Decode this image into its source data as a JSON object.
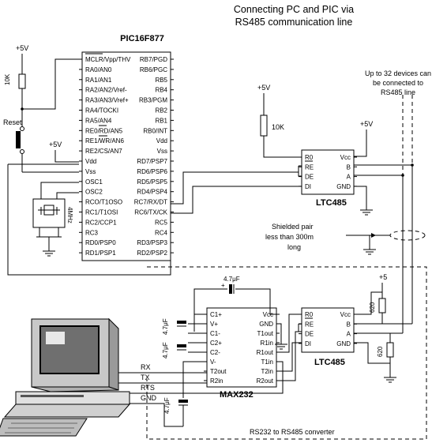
{
  "title": {
    "line1": "Connecting PC and PIC via",
    "line2": "RS485 communication line"
  },
  "pic": {
    "name": "PIC16F877",
    "left_pins": [
      "MCLR/Vpp/THV",
      "RA0/AN0",
      "RA1/AN1",
      "RA2/AN2/Vref-",
      "RA3/AN3/Vref+",
      "RA4/TOCKI",
      "RA5/AN4",
      "RE0/RD/AN5",
      "RE1/WR/AN6",
      "RE2/CS/AN7",
      "Vdd",
      "Vss",
      "OSC1",
      "OSC2",
      "RCO/T1OSO",
      "RC1/T1OSI",
      "RC2/CCP1",
      "RC3",
      "RD0/PSP0",
      "RD1/PSP1"
    ],
    "right_pins": [
      "RB7/PGD",
      "RB6/PGC",
      "RB5",
      "RB4",
      "RB3/PGM",
      "RB2",
      "RB1",
      "RB0/INT",
      "Vdd",
      "Vss",
      "RD7/PSP7",
      "RD6/PSP6",
      "RD5/PSP5",
      "RD4/PSP4",
      "RC7/RX/DT",
      "RC6/TX/CK",
      "RC5",
      "RC4",
      "RD3/PSP3",
      "RD2/PSP2"
    ]
  },
  "ltc485_top": {
    "name": "LTC485",
    "left_pins": [
      "R0",
      "RE",
      "DE",
      "DI"
    ],
    "right_pins": [
      "Vcc",
      "B",
      "A",
      "GND"
    ]
  },
  "ltc485_bottom": {
    "name": "LTC485",
    "left_pins": [
      "R0",
      "RE",
      "DE",
      "DI"
    ],
    "right_pins": [
      "Vcc",
      "B",
      "A",
      "GND"
    ]
  },
  "max232": {
    "name": "MAX232",
    "left_pins": [
      "C1+",
      "V+",
      "C1-",
      "C2+",
      "C2-",
      "V-",
      "T2out",
      "R2in"
    ],
    "right_pins": [
      "Vcc",
      "GND",
      "T1out",
      "R1in",
      "R1out",
      "T1in",
      "T2in",
      "R2out"
    ]
  },
  "labels": {
    "vcc_pic_reset": "+5V",
    "vcc_pic_vdd": "+5V",
    "vcc_pullup": "+5V",
    "vcc_ltc": "+5V",
    "vcc_bottom": "+5",
    "r_reset": "10K",
    "r_pullup": "10K",
    "reset": "Reset",
    "crystal": "4MHz",
    "devices_note_1": "Up to 32 devices can",
    "devices_note_2": "be connected to",
    "devices_note_3": "RS485 line",
    "shielded_1": "Shielded pair",
    "shielded_2": "less than 300m",
    "shielded_3": "long",
    "cap_top": "4.7μF",
    "cap_left1": "4.7μF",
    "cap_left2": "4.7μF",
    "cap_bottom": "4.7μF",
    "r620_1": "620",
    "r620_2": "620",
    "rx": "RX",
    "tx": "TX",
    "rts": "RTS",
    "gnd": "GND",
    "converter": "RS232 to RS485 converter"
  }
}
